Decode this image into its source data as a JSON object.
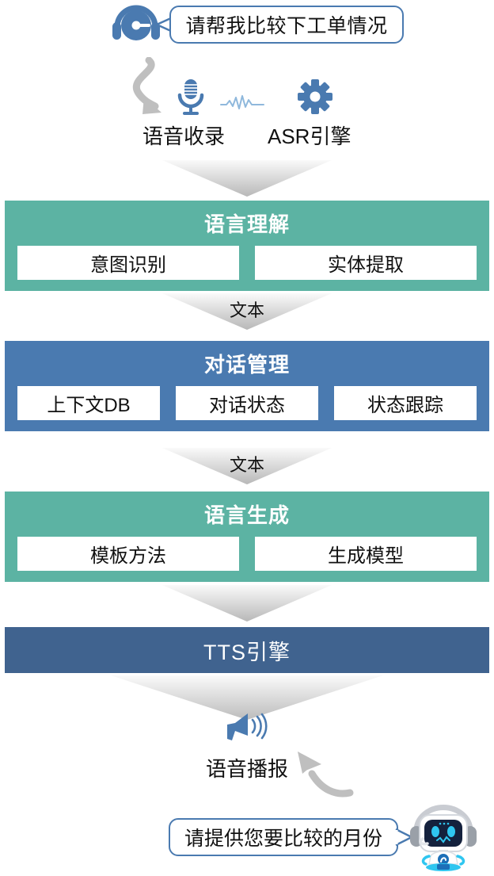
{
  "diagram": {
    "title": "Voice Assistant Pipeline",
    "colors": {
      "teal": "#5CB3A3",
      "blue": "#4A7AB0",
      "dark_blue": "#40638F",
      "arrow_gray": "#BFBFBF",
      "bubble_border": "#4A7AB0",
      "text": "#111111",
      "icon_blue": "#4A7AB0",
      "wave_blue": "#8FB8DC"
    }
  },
  "user_query": {
    "icon": "headset-icon",
    "bubble_text": "请帮我比较下工单情况"
  },
  "capture_row": {
    "arrow": "curved-arrow-down",
    "icons": [
      {
        "name": "microphone-icon"
      },
      {
        "name": "waveform-icon"
      },
      {
        "name": "gear-icon"
      }
    ],
    "labels": [
      "语音收录",
      "ASR引擎"
    ]
  },
  "connectors": [
    {
      "label": ""
    },
    {
      "label": "文本"
    },
    {
      "label": "文本"
    },
    {
      "label": ""
    },
    {
      "label": ""
    }
  ],
  "stages": [
    {
      "title": "语言理解",
      "theme": "teal",
      "boxes": [
        "意图识别",
        "实体提取"
      ]
    },
    {
      "title": "对话管理",
      "theme": "blue",
      "boxes": [
        "上下文DB",
        "对话状态",
        "状态跟踪"
      ]
    },
    {
      "title": "语言生成",
      "theme": "teal",
      "boxes": [
        "模板方法",
        "生成模型"
      ]
    }
  ],
  "tts": {
    "title": "TTS引擎"
  },
  "output": {
    "icon": "loudspeaker-icon",
    "label": "语音播报",
    "arrow": "curved-arrow-up-left",
    "bubble_text": "请提供您要比较的月份",
    "avatar": "robot-icon"
  }
}
